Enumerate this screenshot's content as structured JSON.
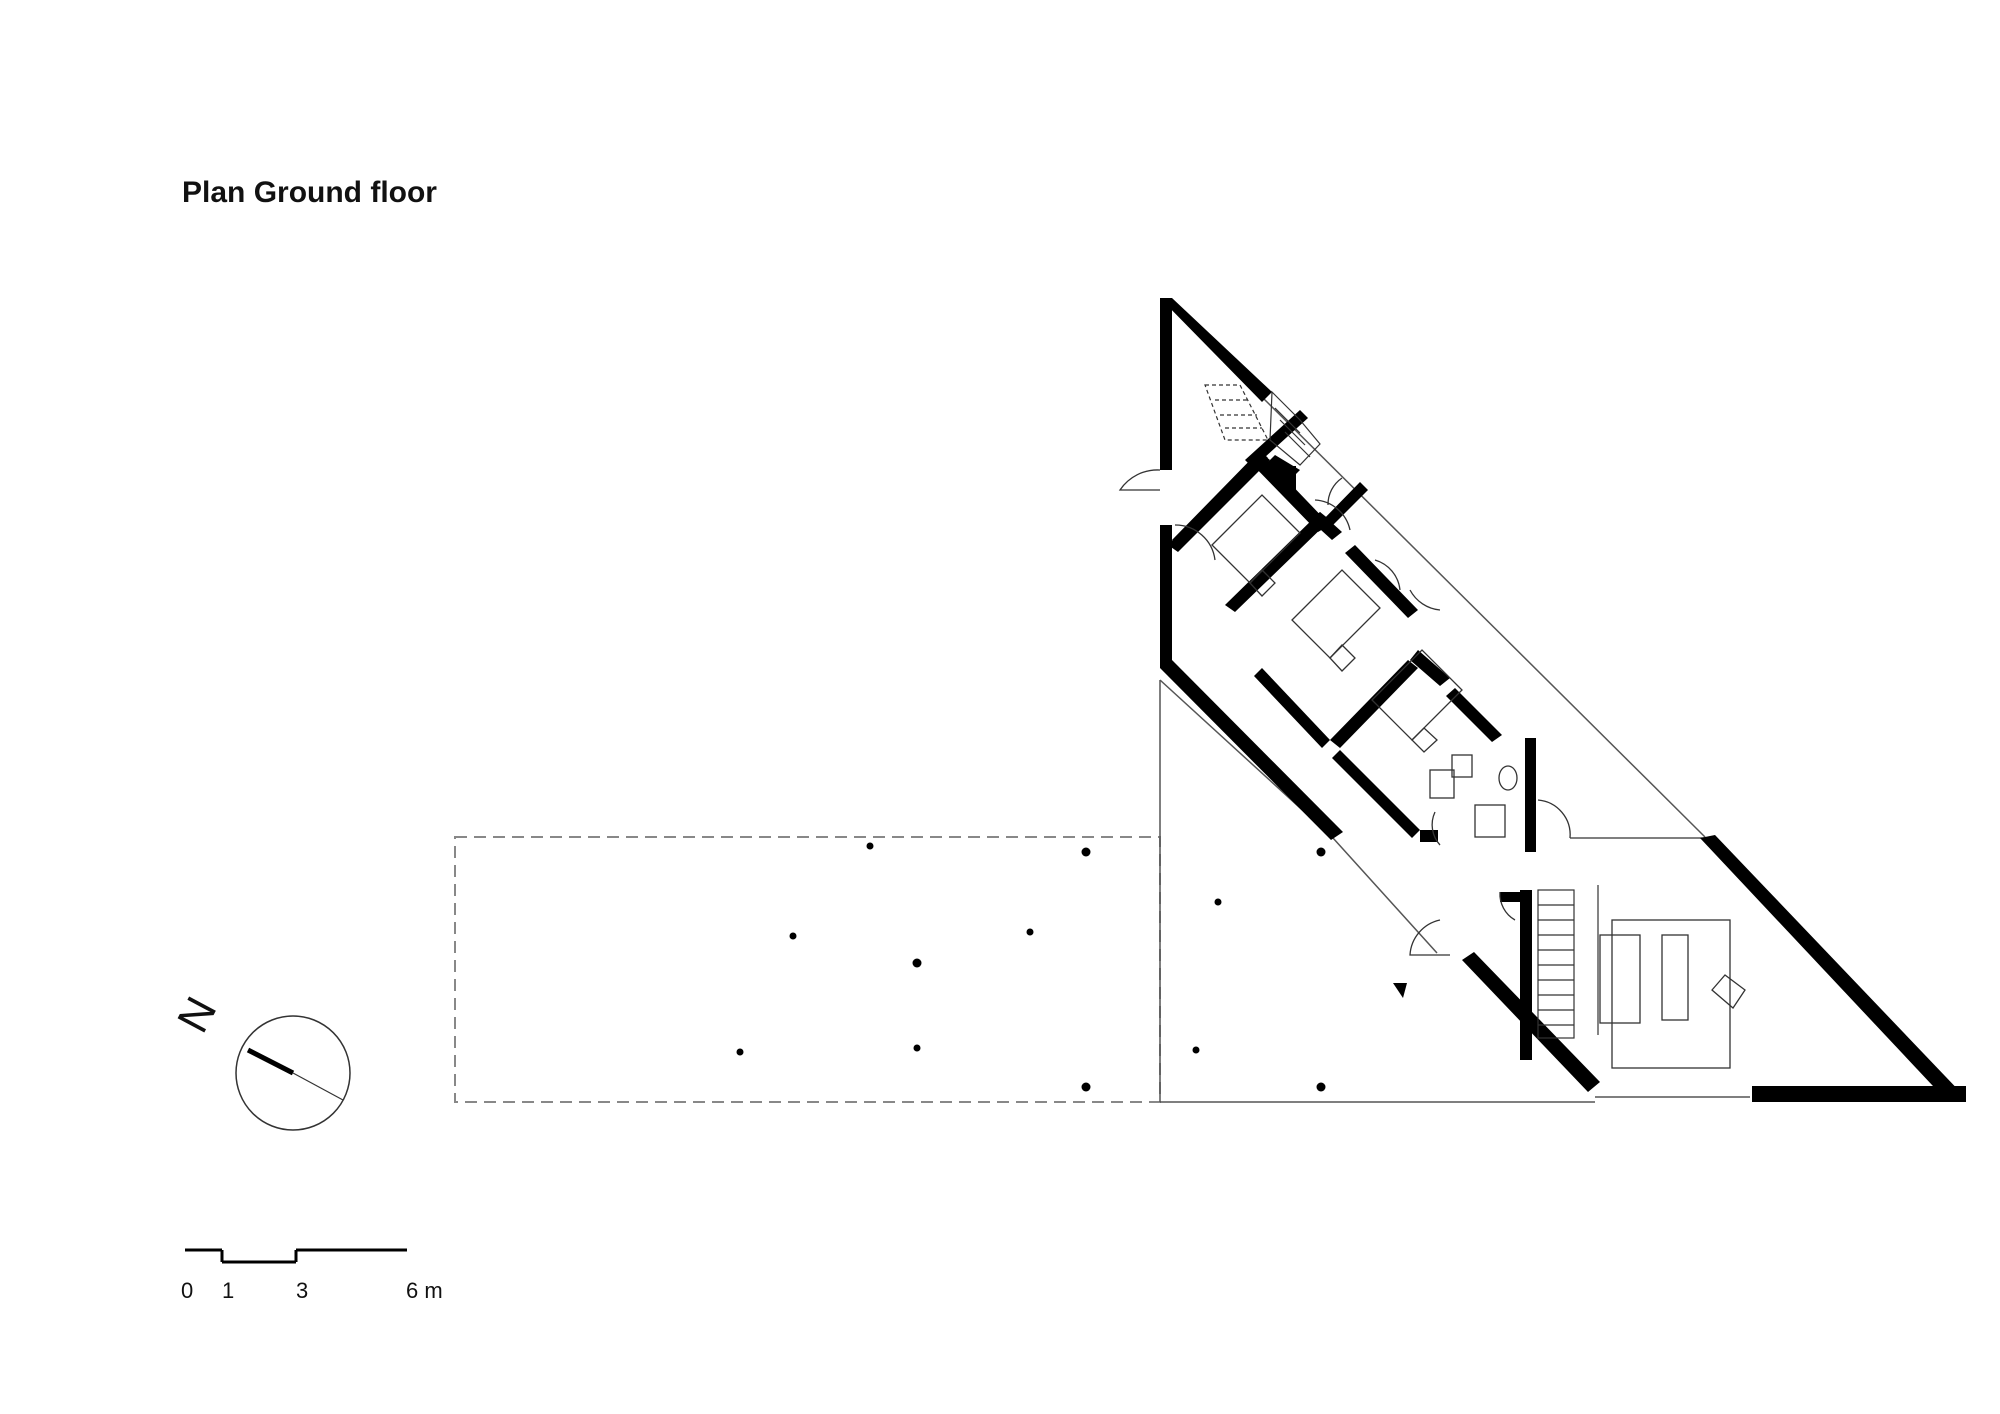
{
  "title": "Plan Ground floor",
  "north_label": "N",
  "scale_bar": {
    "labels": [
      "0",
      "1",
      "3",
      "6 m"
    ]
  },
  "colors": {
    "wall": "#000000",
    "thin_line": "#555555",
    "dashed_outline": "#888888",
    "background": "#ffffff"
  }
}
